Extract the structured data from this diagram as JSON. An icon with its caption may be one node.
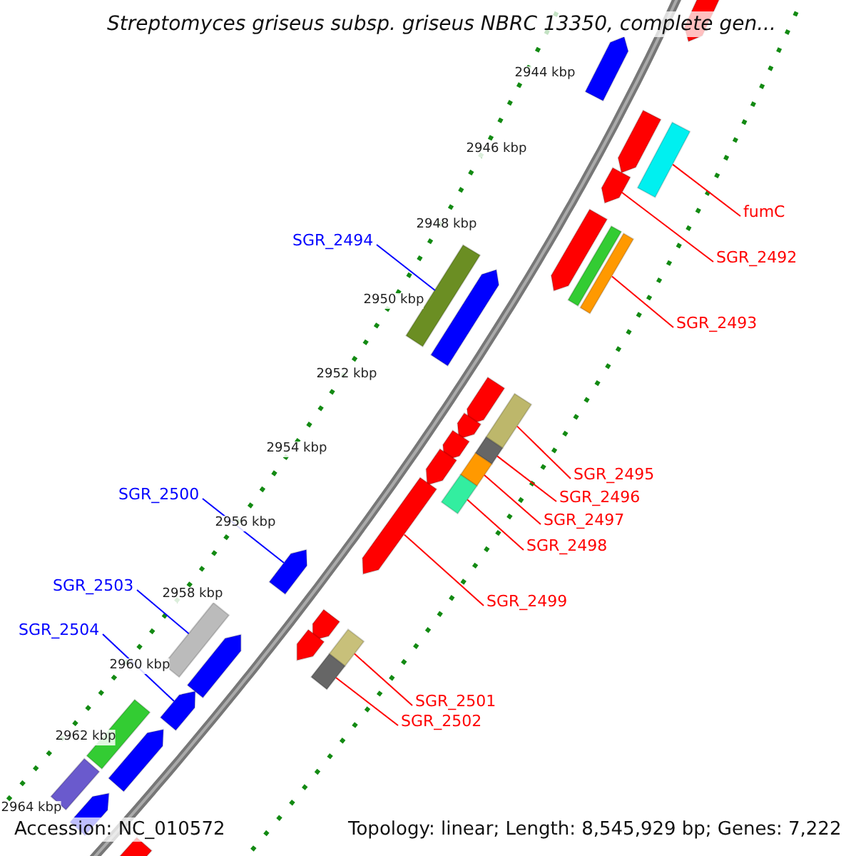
{
  "diagram": {
    "title": "Streptomyces griseus subsp. griseus NBRC 13350, complete gen...",
    "nodes": [
      {
        "text": [
          "fumC"
        ]
      },
      {
        "text": [],
        "shape": "box"
      },
      {
        "text": [
          "SGR_2494"
        ]
      },
      {
        "text": [],
        "shape": "box"
      },
      {
        "text": [
          "SGR_2492"
        ]
      },
      {
        "text": [],
        "shape": "arrow"
      },
      {
        "text": [
          "SGR_2493"
        ]
      },
      {
        "text": [],
        "shape": "box"
      },
      {
        "text": [
          "SGR_2495"
        ]
      },
      {
        "text": [],
        "shape": "box"
      },
      {
        "text": [
          "SGR_2500"
        ]
      },
      {
        "text": [],
        "shape": "arrow"
      },
      {
        "text": [
          "SGR_2496"
        ]
      },
      {
        "text": [],
        "shape": "box"
      },
      {
        "text": [
          "SGR_2497"
        ]
      },
      {
        "text": [],
        "shape": "box"
      },
      {
        "text": [
          "SGR_2498"
        ]
      },
      {
        "text": [],
        "shape": "box"
      },
      {
        "text": [
          "SGR_2503"
        ]
      },
      {
        "text": [],
        "shape": "box"
      },
      {
        "text": [
          "SGR_2499"
        ]
      },
      {
        "text": [],
        "shape": "arrow"
      },
      {
        "text": [
          "SGR_2504"
        ]
      },
      {
        "text": [],
        "shape": "arrow"
      },
      {
        "text": [
          "SGR_2501"
        ]
      },
      {
        "text": [],
        "shape": "box"
      },
      {
        "text": [
          "SGR_2502"
        ]
      },
      {
        "text": [],
        "shape": "box"
      },
      {
        "text": [],
        "shape": "arrow"
      },
      {
        "text": [],
        "shape": "arrow"
      },
      {
        "text": [],
        "shape": "arrow"
      },
      {
        "text": [],
        "shape": "arrow"
      },
      {
        "text": [],
        "shape": "box"
      },
      {
        "text": [],
        "shape": "arrow"
      },
      {
        "text": [],
        "shape": "arrow"
      },
      {
        "text": [],
        "shape": "arrow"
      },
      {
        "text": [],
        "shape": "arrow"
      },
      {
        "text": [],
        "shape": "arrow"
      },
      {
        "text": [],
        "shape": "arrow"
      },
      {
        "text": [],
        "shape": "arrow"
      },
      {
        "text": [],
        "shape": "arrow"
      },
      {
        "text": [],
        "shape": "box"
      },
      {
        "text": [],
        "shape": "arrow"
      },
      {
        "text": [],
        "shape": "box"
      },
      {
        "text": [],
        "shape": "arrow"
      },
      {
        "text": [],
        "shape": "arrow"
      }
    ],
    "edges": [
      {
        "from": 0,
        "to": 1,
        "arrow": "none"
      },
      {
        "from": 2,
        "to": 3,
        "arrow": "none",
        "color": "#0000ff"
      },
      {
        "from": 4,
        "to": 5,
        "arrow": "none"
      },
      {
        "from": 6,
        "to": 7,
        "arrow": "none"
      },
      {
        "from": 8,
        "to": 9,
        "arrow": "none"
      },
      {
        "from": 10,
        "to": 11,
        "arrow": "none",
        "color": "#0000ff"
      },
      {
        "from": 12,
        "to": 13,
        "arrow": "none"
      },
      {
        "from": 14,
        "to": 15,
        "arrow": "none"
      },
      {
        "from": 16,
        "to": 17,
        "arrow": "none"
      },
      {
        "from": 18,
        "to": 19,
        "arrow": "none",
        "color": "#0000ff"
      },
      {
        "from": 20,
        "to": 21,
        "arrow": "none"
      },
      {
        "from": 22,
        "to": 23,
        "arrow": "none",
        "color": "#0000ff"
      },
      {
        "from": 24,
        "to": 25,
        "arrow": "none"
      },
      {
        "from": 26,
        "to": 27,
        "arrow": "none"
      }
    ],
    "labels": [
      "2944 kbp",
      "2946 kbp",
      "2948 kbp",
      "2950 kbp",
      "2952 kbp",
      "2954 kbp",
      "2956 kbp",
      "2958 kbp",
      "2960 kbp",
      "2962 kbp",
      "2964 kbp",
      "Accession: NC_010572",
      "Topology: linear; Length: 8,545,929 bp; Genes: 7,222"
    ]
  }
}
